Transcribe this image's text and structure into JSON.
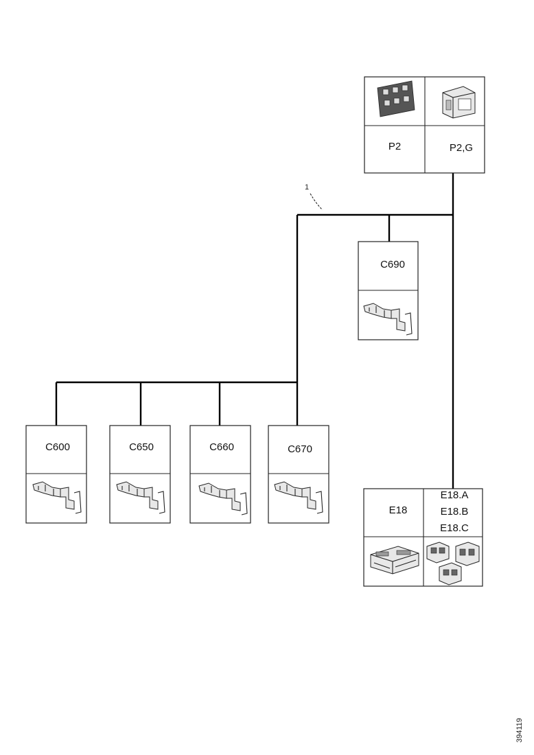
{
  "callout": "1",
  "top_connector": {
    "left": "P2",
    "right": "P2,G"
  },
  "c690": "C690",
  "bottom_connectors": [
    "C600",
    "C650",
    "C660",
    "C670"
  ],
  "ecu": {
    "main": "E18",
    "subs": [
      "E18.A",
      "E18.B",
      "E18.C"
    ]
  },
  "figure_id": "394119",
  "icons": {
    "terminal": "terminal-pin-icon",
    "connector_housing": "connector-housing-icon",
    "ecu_unit": "control-unit-icon"
  }
}
